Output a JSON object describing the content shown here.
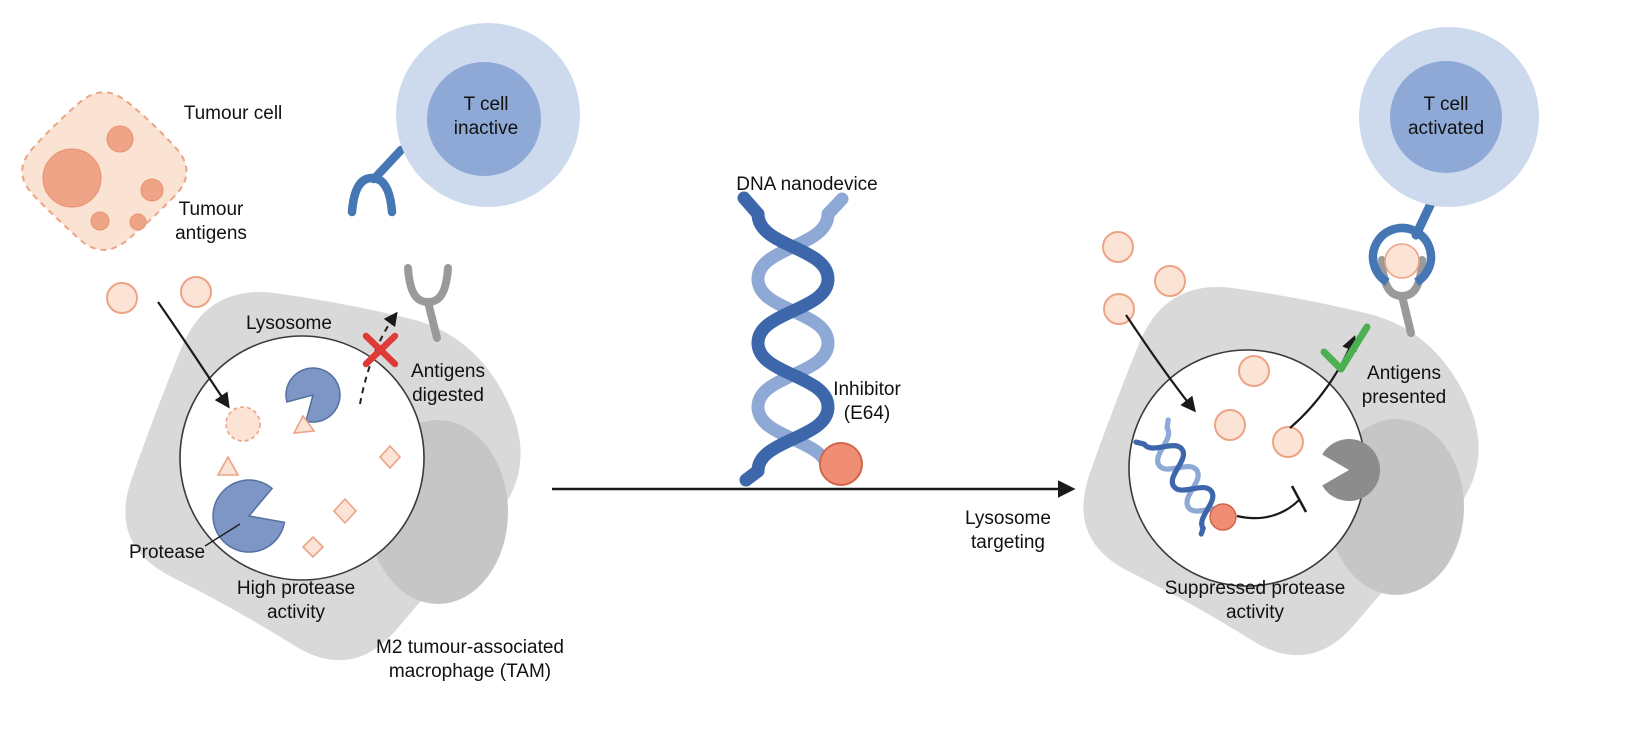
{
  "figure": {
    "left_panel": {
      "tumour_cell_label": "Tumour cell",
      "tumour_antigens_label": "Tumour antigens",
      "t_cell_label": "T cell inactive",
      "lysosome_label": "Lysosome",
      "antigens_digested_label": "Antigens digested",
      "protease_label": "Protease",
      "protease_activity_label": "High protease activity",
      "macrophage_label": "M2 tumour-associated macrophage (TAM)"
    },
    "center_panel": {
      "dna_nanodevice_label": "DNA nanodevice",
      "inhibitor_label": "Inhibitor (E64)",
      "arrow_label": "Lysosome targeting"
    },
    "right_panel": {
      "t_cell_label": "T cell activated",
      "protease_activity_label": "Suppressed protease activity",
      "antigens_presented_label": "Antigens presented"
    },
    "colors": {
      "macrophage_body": "#d9d9d9",
      "macrophage_shadow": "#c6c6c6",
      "lysosome_fill": "#ffffff",
      "lysosome_stroke": "#3a3a3a",
      "tumour_cell_fill": "#fae3d3",
      "tumour_cell_stroke": "#eca386",
      "tumour_nucleus": "#f0a487",
      "antigen_fill": "#fbe4d6",
      "antigen_stroke": "#eca386",
      "protease_blue_fill": "#7e96c6",
      "protease_blue_stroke": "#53709f",
      "protease_gray": "#8c8c8c",
      "t_cell_outer": "#cdd9ed",
      "t_cell_inner": "#8fa9d6",
      "receptor_gray": "#9a9a9a",
      "receptor_blue": "#4577b5",
      "dna_dark_blue": "#3d66ab",
      "dna_light_blue": "#8fa9d6",
      "inhibitor_fill": "#ef8d75",
      "inhibitor_stroke": "#d2664c",
      "cross_red": "#e03a36",
      "check_green": "#4caf50",
      "arrow_black": "#1a1a1a"
    }
  }
}
